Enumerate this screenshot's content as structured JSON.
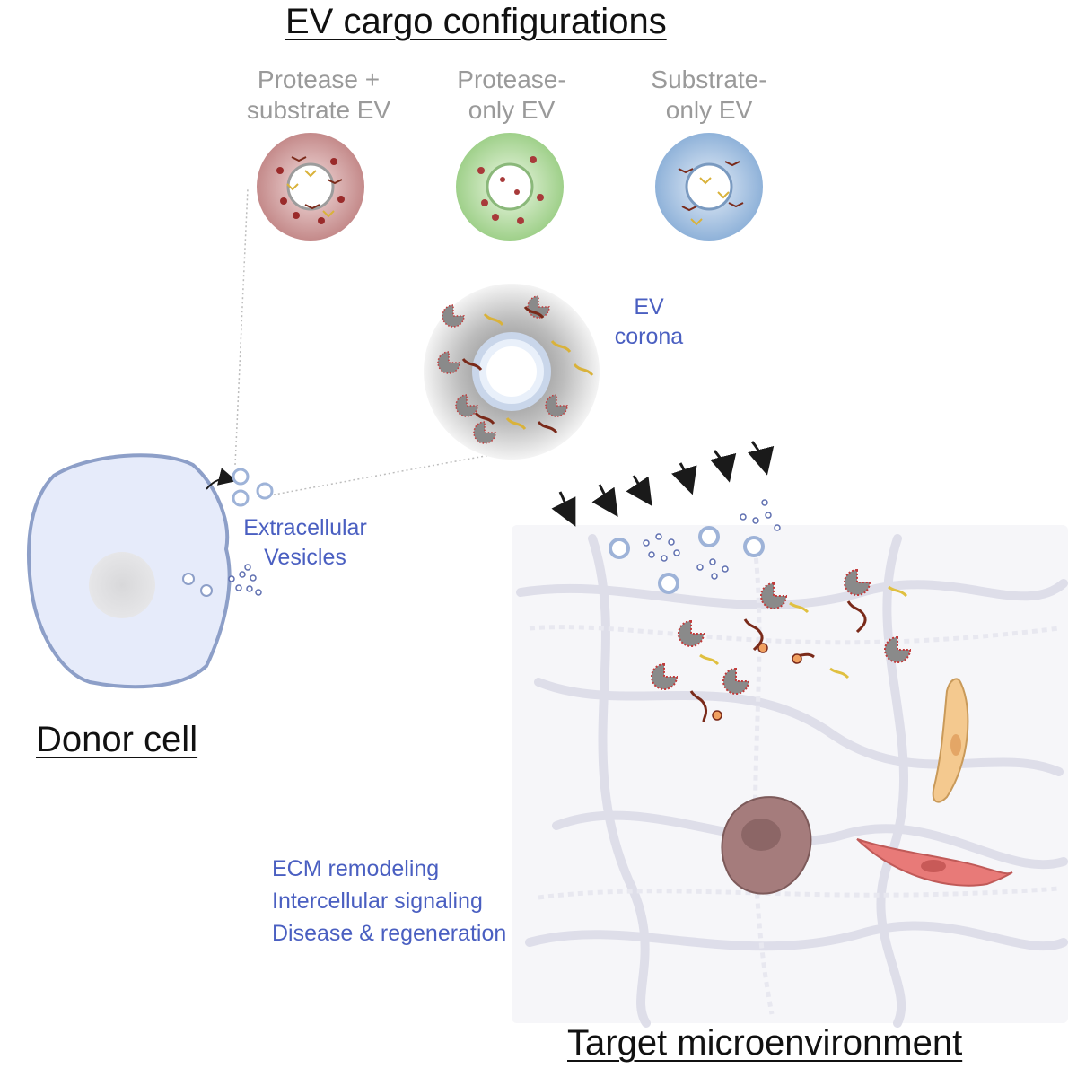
{
  "title": "EV cargo configurations",
  "configs": [
    {
      "label_line1": "Protease +",
      "label_line2": "substrate EV",
      "color": "#c48a8a"
    },
    {
      "label_line1": "Protease-",
      "label_line2": "only EV",
      "color": "#9fd08a"
    },
    {
      "label_line1": "Substrate-",
      "label_line2": "only EV",
      "color": "#8fb2d9"
    }
  ],
  "corona": {
    "label_line1": "EV",
    "label_line2": "corona"
  },
  "vesicles": {
    "label_line1": "Extracellular",
    "label_line2": "Vesicles"
  },
  "donor": {
    "label": "Donor cell"
  },
  "roles": [
    "ECM remodeling",
    "Intercellular signaling",
    "Disease & regeneration"
  ],
  "target": {
    "label": "Target microenvironment"
  },
  "colors": {
    "text_blue": "#4a5fc1",
    "protease": "#8a8a8a",
    "substrate_dark": "#7a2a1a",
    "substrate_yellow": "#e0c040"
  }
}
